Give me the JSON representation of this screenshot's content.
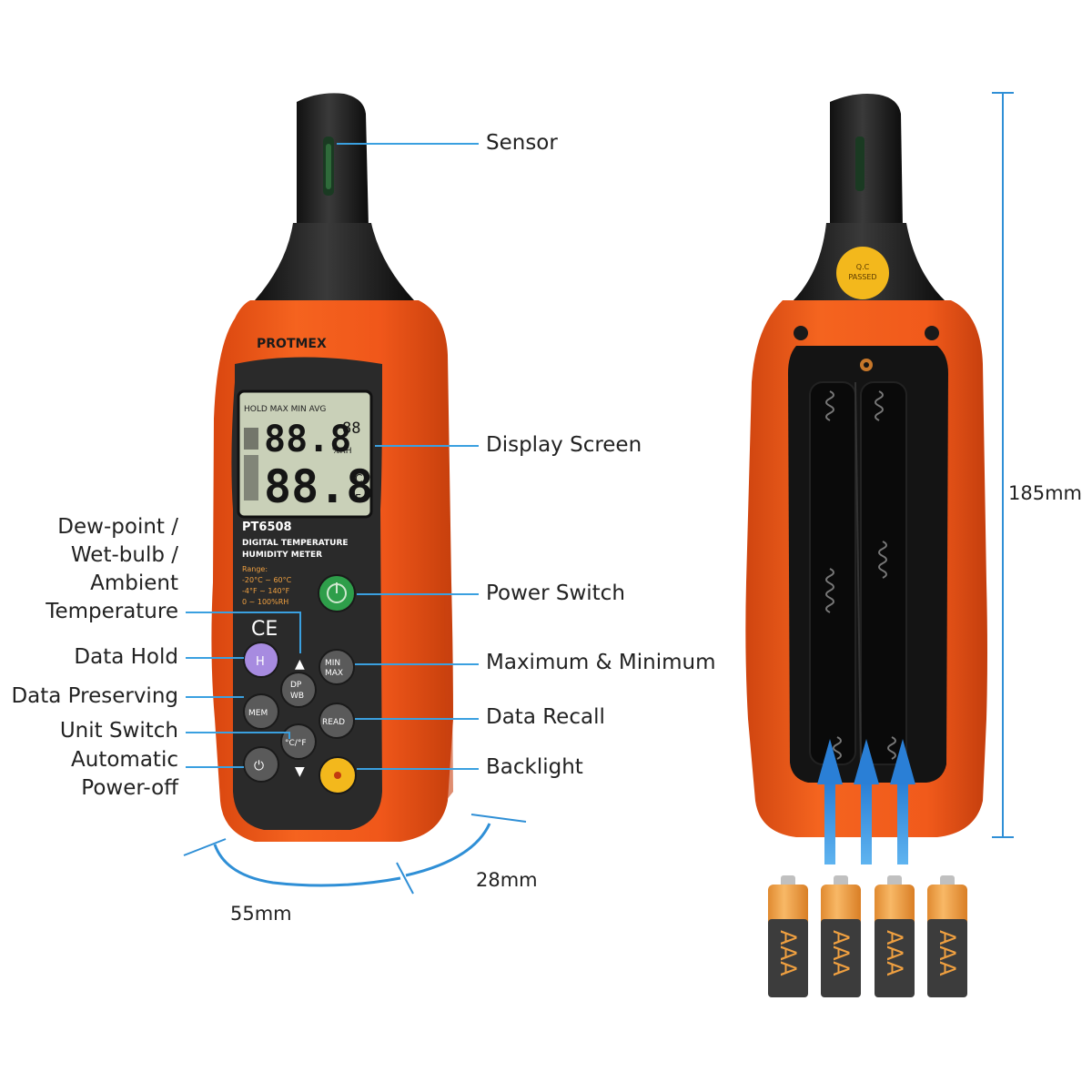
{
  "device_front": {
    "brand": "PROTMEX",
    "model": "PT6508",
    "subtitle_line1": "DIGITAL TEMPERATURE",
    "subtitle_line2": "HUMIDITY METER",
    "range_title": "Range:",
    "range_lines": [
      "-20°C ~ 60°C",
      "-4°F ~ 140°F",
      "0 ~ 100%RH"
    ],
    "lcd_top_tags": "HOLD MAX MIN AVG",
    "lcd_upper_digits": "88.8",
    "lcd_upper_unit": "%RH",
    "lcd_small_digits": "88",
    "lcd_lower_digits": "88.8",
    "lcd_lower_unit_c": "°C",
    "lcd_lower_unit_f": "°F",
    "ce_mark": "CE",
    "buttons": {
      "hold": "H",
      "dp_wb_1": "DP",
      "dp_wb_2": "WB",
      "minmax_1": "MIN",
      "minmax_2": "MAX",
      "mem": "MEM",
      "read": "READ",
      "unit": "°C/°F",
      "apo": "⏻",
      "up": "▲",
      "down": "▼"
    }
  },
  "device_back": {
    "sticker_line1": "Q.C",
    "sticker_line2": "PASSED"
  },
  "labels": {
    "sensor": "Sensor",
    "display_screen": "Display Screen",
    "dew_point_lines": [
      "Dew-point /",
      "Wet-bulb /",
      "Ambient",
      "Temperature"
    ],
    "power_switch": "Power Switch",
    "data_hold": "Data Hold",
    "max_min": "Maximum & Minimum",
    "data_preserving": "Data Preserving",
    "data_recall": "Data Recall",
    "unit_switch": "Unit Switch",
    "auto_power_off_lines": [
      "Automatic",
      "Power-off"
    ],
    "backlight": "Backlight"
  },
  "dimensions": {
    "width": "55mm",
    "depth": "28mm",
    "height": "185mm"
  },
  "batteries": [
    "AAA",
    "AAA",
    "AAA",
    "AAA"
  ],
  "colors": {
    "body_orange": "#f0571a",
    "bezel_dark": "#2a2a2a",
    "lcd_bg": "#c9d0b8",
    "leader_blue": "#3aa0e0",
    "battery_orange": "#f0a040",
    "power_green": "#2e9e4a",
    "backlight_yellow": "#f3b81c",
    "hold_purple": "#a78be0"
  }
}
